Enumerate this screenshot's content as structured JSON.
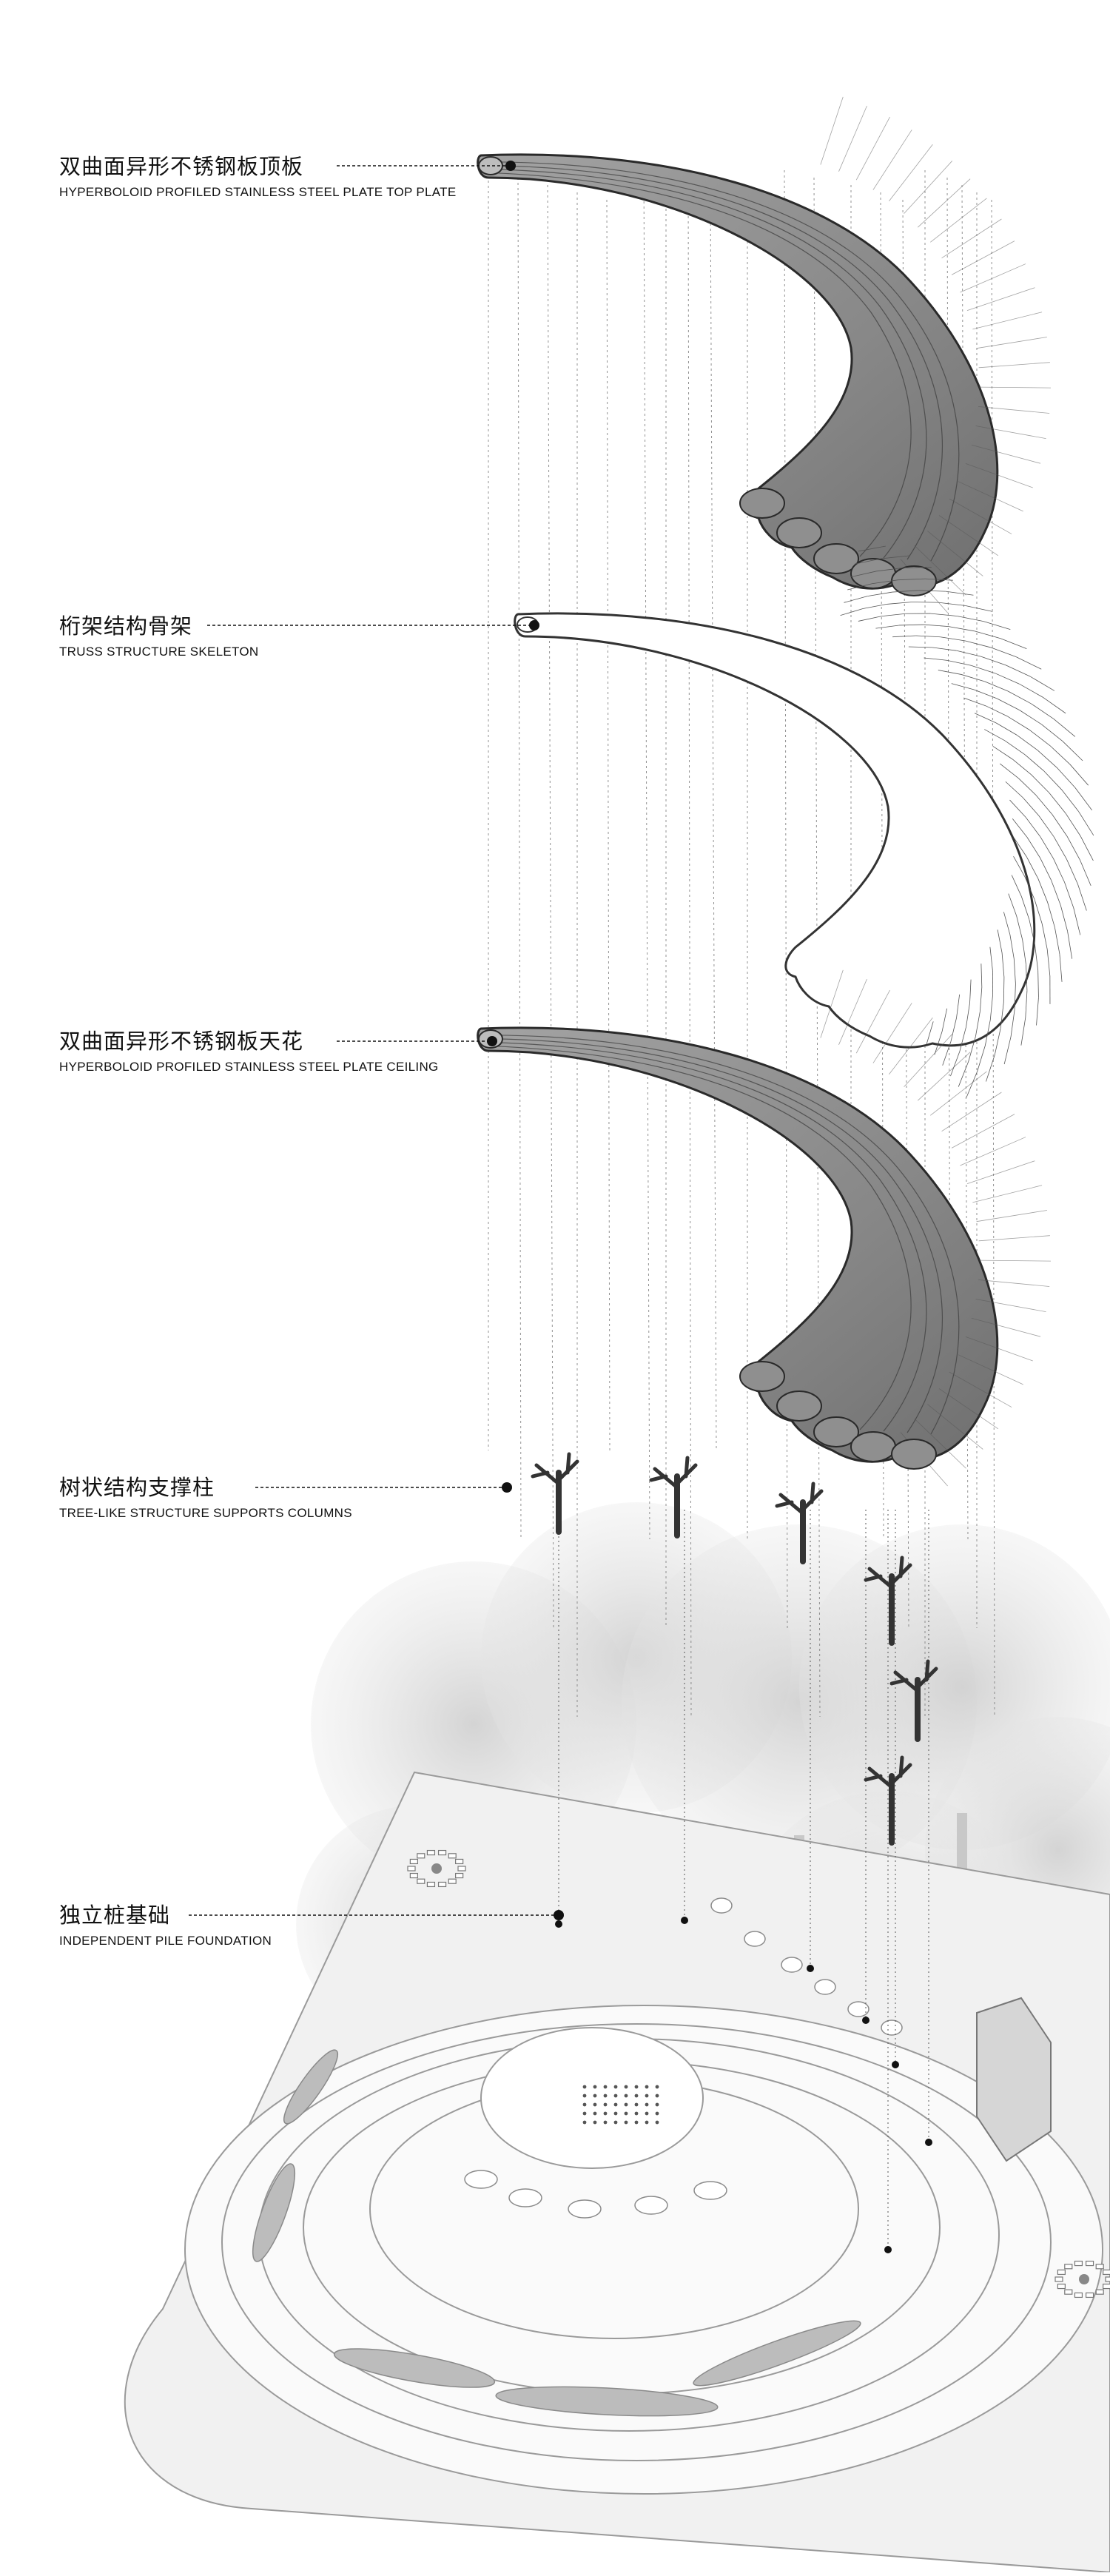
{
  "labels": {
    "top_plate": {
      "cn": "双曲面异形不锈钢板顶板",
      "en": "HYPERBOLOID PROFILED STAINLESS STEEL PLATE TOP PLATE"
    },
    "truss": {
      "cn": "桁架结构骨架",
      "en": "TRUSS STRUCTURE SKELETON"
    },
    "ceiling": {
      "cn": "双曲面异形不锈钢板天花",
      "en": "HYPERBOLOID PROFILED STAINLESS STEEL PLATE CEILING"
    },
    "columns": {
      "cn": "树状结构支撑柱",
      "en": "TREE-LIKE STRUCTURE SUPPORTS COLUMNS"
    },
    "pile": {
      "cn": "独立桩基础",
      "en": "INDEPENDENT PILE FOUNDATION"
    }
  },
  "colors": {
    "plate_fill": "#8e8e8e",
    "plate_edge": "#2a2a2a",
    "truss_line": "#333333",
    "ground_line": "#9a9a9a",
    "tree_shadow": "#d9d9d9"
  },
  "icons": {
    "leader_marker": "filled-dot",
    "column": "tree-column-icon"
  }
}
